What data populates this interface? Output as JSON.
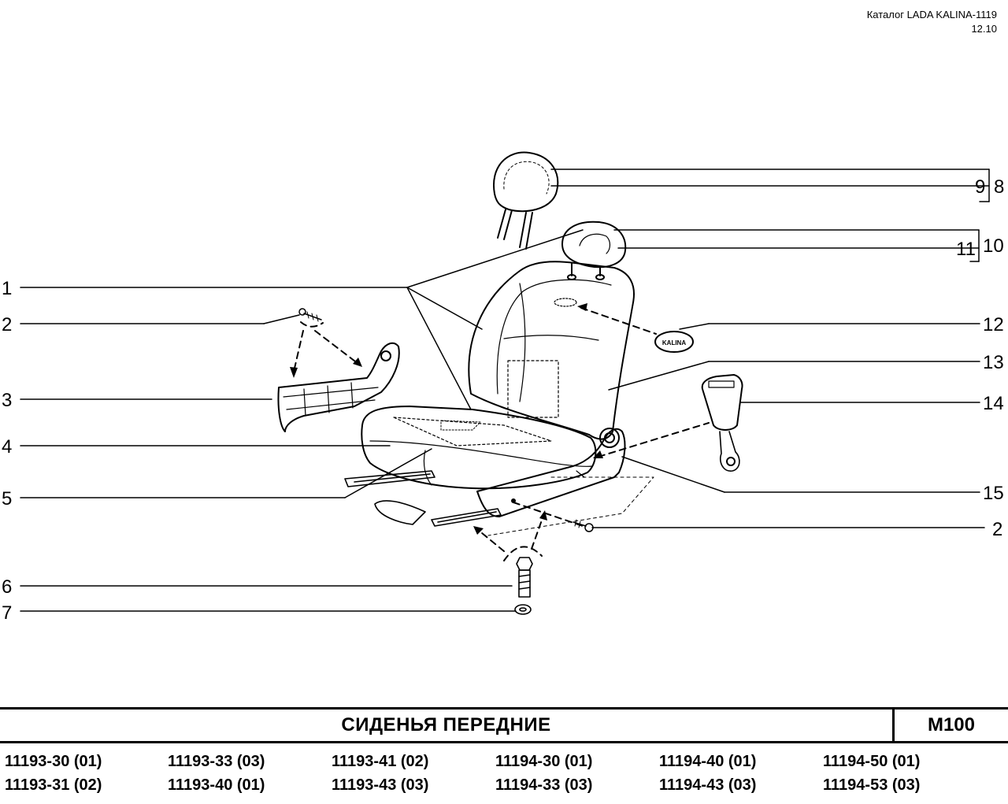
{
  "header": {
    "catalog": "Каталог LADA KALINA-1119",
    "date": "12.10"
  },
  "callouts": {
    "c1": "1",
    "c2": "2",
    "c3": "3",
    "c4": "4",
    "c5": "5",
    "c6": "6",
    "c7": "7",
    "c8": "8",
    "c9": "9",
    "c10": "10",
    "c11": "11",
    "c12": "12",
    "c13": "13",
    "c14": "14",
    "c15": "15",
    "c2b": "2"
  },
  "emblem_text": "KALINA",
  "footer": {
    "title": "СИДЕНЬЯ   ПЕРЕДНИЕ",
    "code": "M100"
  },
  "model_codes": [
    [
      "11193-30 (01)",
      "11193-31 (02)"
    ],
    [
      "11193-33 (03)",
      "11193-40 (01)"
    ],
    [
      "11193-41 (02)",
      "11193-43 (03)"
    ],
    [
      "11194-30 (01)",
      "11194-33 (03)"
    ],
    [
      "11194-40 (01)",
      "11194-43 (03)"
    ],
    [
      "11194-50 (01)",
      "11194-53 (03)"
    ]
  ]
}
